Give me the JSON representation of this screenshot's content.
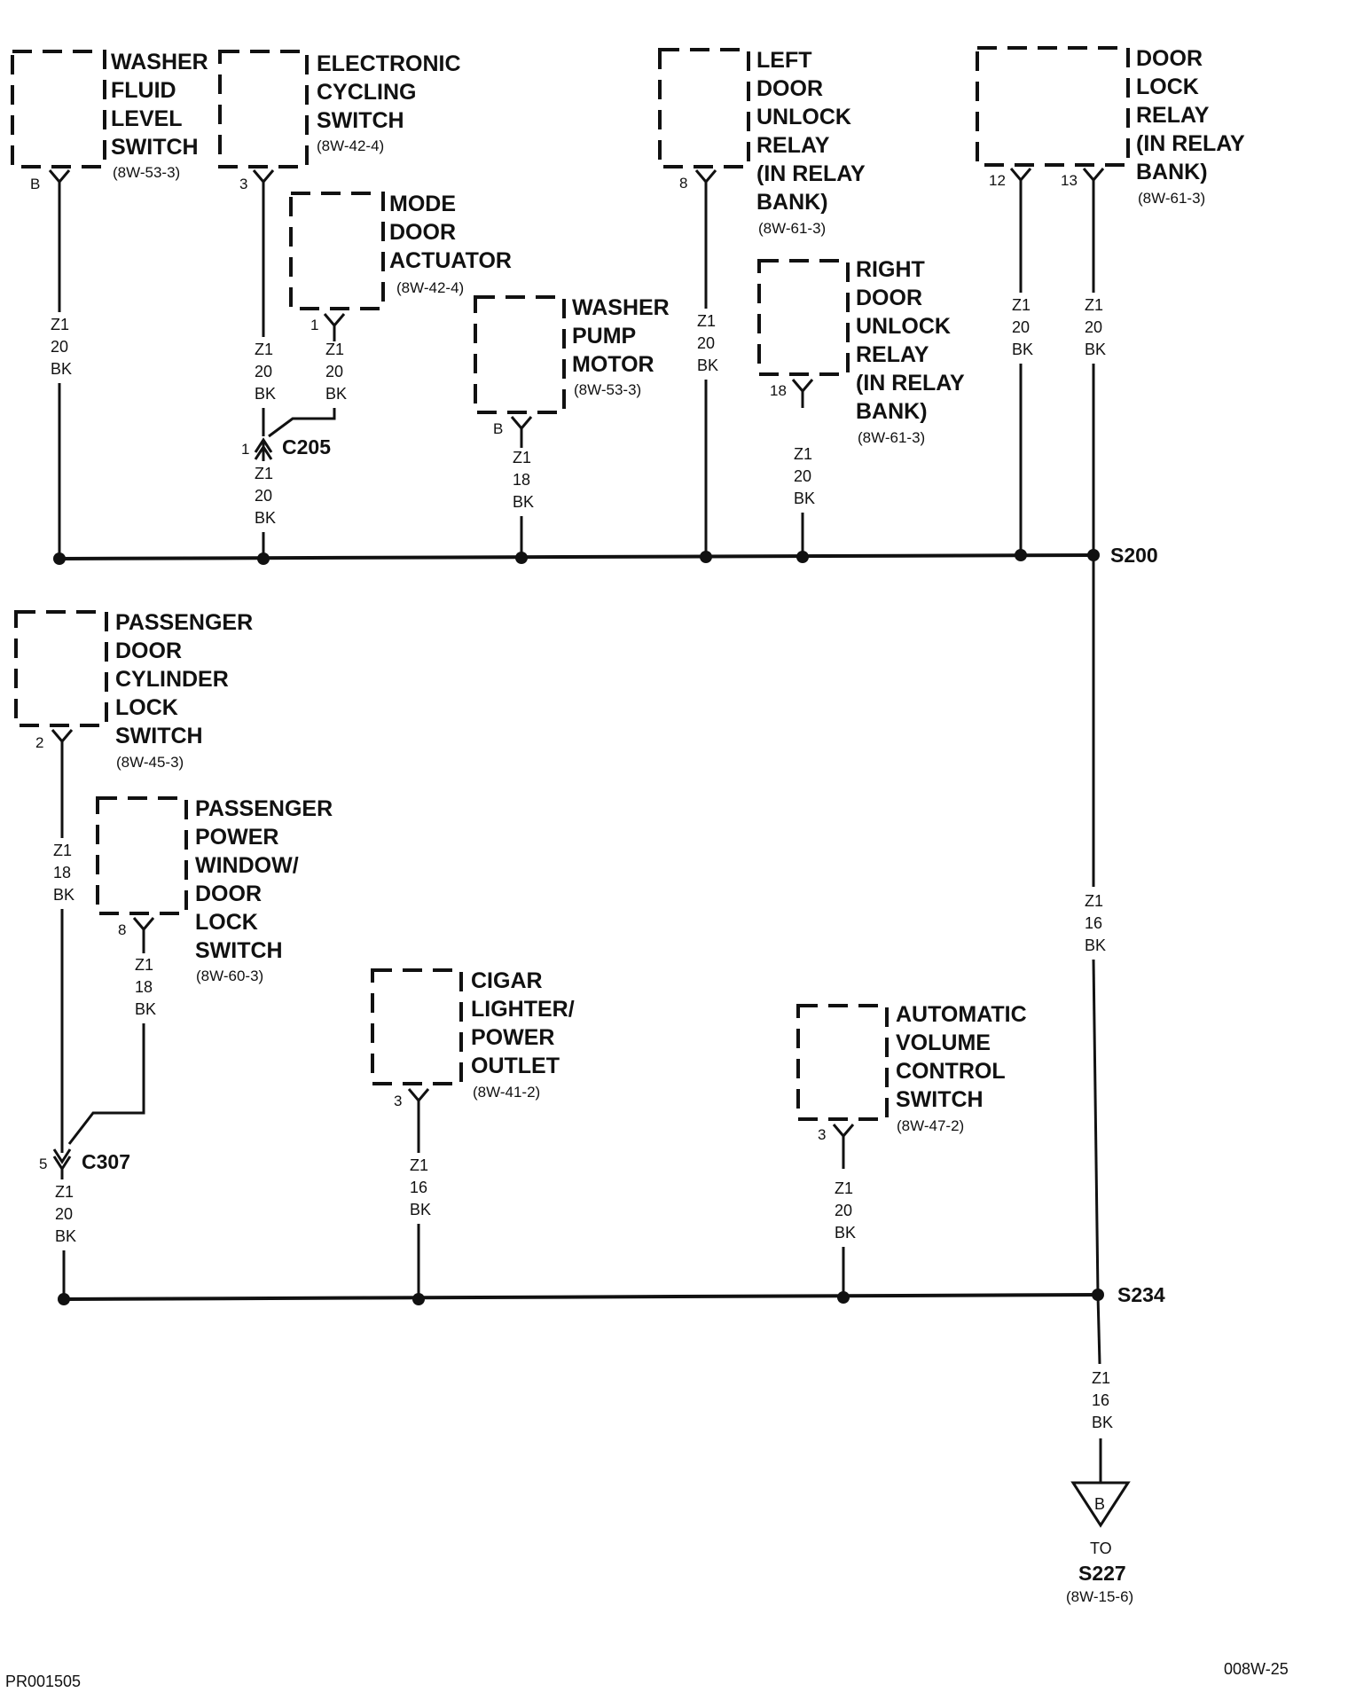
{
  "components": {
    "washer_fluid_level_switch": {
      "lines": [
        "WASHER",
        "FLUID",
        "LEVEL",
        "SWITCH"
      ],
      "ref": "(8W-53-3)",
      "pin": "B"
    },
    "electronic_cycling_switch": {
      "lines": [
        "ELECTRONIC",
        "CYCLING",
        "SWITCH"
      ],
      "ref": "(8W-42-4)",
      "pin": "3"
    },
    "mode_door_actuator": {
      "lines": [
        "MODE",
        "DOOR",
        "ACTUATOR"
      ],
      "ref": "(8W-42-4)",
      "pin": "1"
    },
    "washer_pump_motor": {
      "lines": [
        "WASHER",
        "PUMP",
        "MOTOR"
      ],
      "ref": "(8W-53-3)",
      "pin": "B"
    },
    "left_door_unlock_relay": {
      "lines": [
        "LEFT",
        "DOOR",
        "UNLOCK",
        "RELAY",
        "(IN RELAY",
        "BANK)"
      ],
      "ref": "(8W-61-3)",
      "pin": "8"
    },
    "right_door_unlock_relay": {
      "lines": [
        "RIGHT",
        "DOOR",
        "UNLOCK",
        "RELAY",
        "(IN RELAY",
        "BANK)"
      ],
      "ref": "(8W-61-3)",
      "pin": "18"
    },
    "door_lock_relay": {
      "lines": [
        "DOOR",
        "LOCK",
        "RELAY",
        "(IN RELAY",
        "BANK)"
      ],
      "ref": "(8W-61-3)",
      "pin_a": "12",
      "pin_b": "13"
    },
    "passenger_door_cylinder_lock_switch": {
      "lines": [
        "PASSENGER",
        "DOOR",
        "CYLINDER",
        "LOCK",
        "SWITCH"
      ],
      "ref": "(8W-45-3)",
      "pin": "2"
    },
    "passenger_power_window_door_lock_switch": {
      "lines": [
        "PASSENGER",
        "POWER",
        "WINDOW/",
        "DOOR",
        "LOCK",
        "SWITCH"
      ],
      "ref": "(8W-60-3)",
      "pin": "8"
    },
    "cigar_lighter_power_outlet": {
      "lines": [
        "CIGAR",
        "LIGHTER/",
        "POWER",
        "OUTLET"
      ],
      "ref": "(8W-41-2)",
      "pin": "3"
    },
    "automatic_volume_control_switch": {
      "lines": [
        "AUTOMATIC",
        "VOLUME",
        "CONTROL",
        "SWITCH"
      ],
      "ref": "(8W-47-2)",
      "pin": "3"
    }
  },
  "wires": {
    "washer_fluid": [
      "Z1",
      "20",
      "BK"
    ],
    "ecs_upper": [
      "Z1",
      "20",
      "BK"
    ],
    "mode_door": [
      "Z1",
      "20",
      "BK"
    ],
    "c205_lower": [
      "Z1",
      "20",
      "BK"
    ],
    "washer_pump": [
      "Z1",
      "18",
      "BK"
    ],
    "left_relay": [
      "Z1",
      "20",
      "BK"
    ],
    "right_relay": [
      "Z1",
      "20",
      "BK"
    ],
    "door_lock_12": [
      "Z1",
      "20",
      "BK"
    ],
    "door_lock_13": [
      "Z1",
      "20",
      "BK"
    ],
    "s200_s234": [
      "Z1",
      "16",
      "BK"
    ],
    "pass_cyl": [
      "Z1",
      "18",
      "BK"
    ],
    "pass_win": [
      "Z1",
      "18",
      "BK"
    ],
    "c307_lower": [
      "Z1",
      "20",
      "BK"
    ],
    "cigar": [
      "Z1",
      "16",
      "BK"
    ],
    "avc": [
      "Z1",
      "20",
      "BK"
    ],
    "s234_out": [
      "Z1",
      "16",
      "BK"
    ]
  },
  "connectors": {
    "c205": {
      "name": "C205",
      "pin": "1"
    },
    "c307": {
      "name": "C307",
      "pin": "5"
    }
  },
  "splices": {
    "s200": "S200",
    "s234": "S234"
  },
  "destination": {
    "letter": "B",
    "to": "TO",
    "name": "S227",
    "ref": "(8W-15-6)"
  },
  "footer": {
    "left_code": "PR001505",
    "right_code": "008W-25"
  }
}
